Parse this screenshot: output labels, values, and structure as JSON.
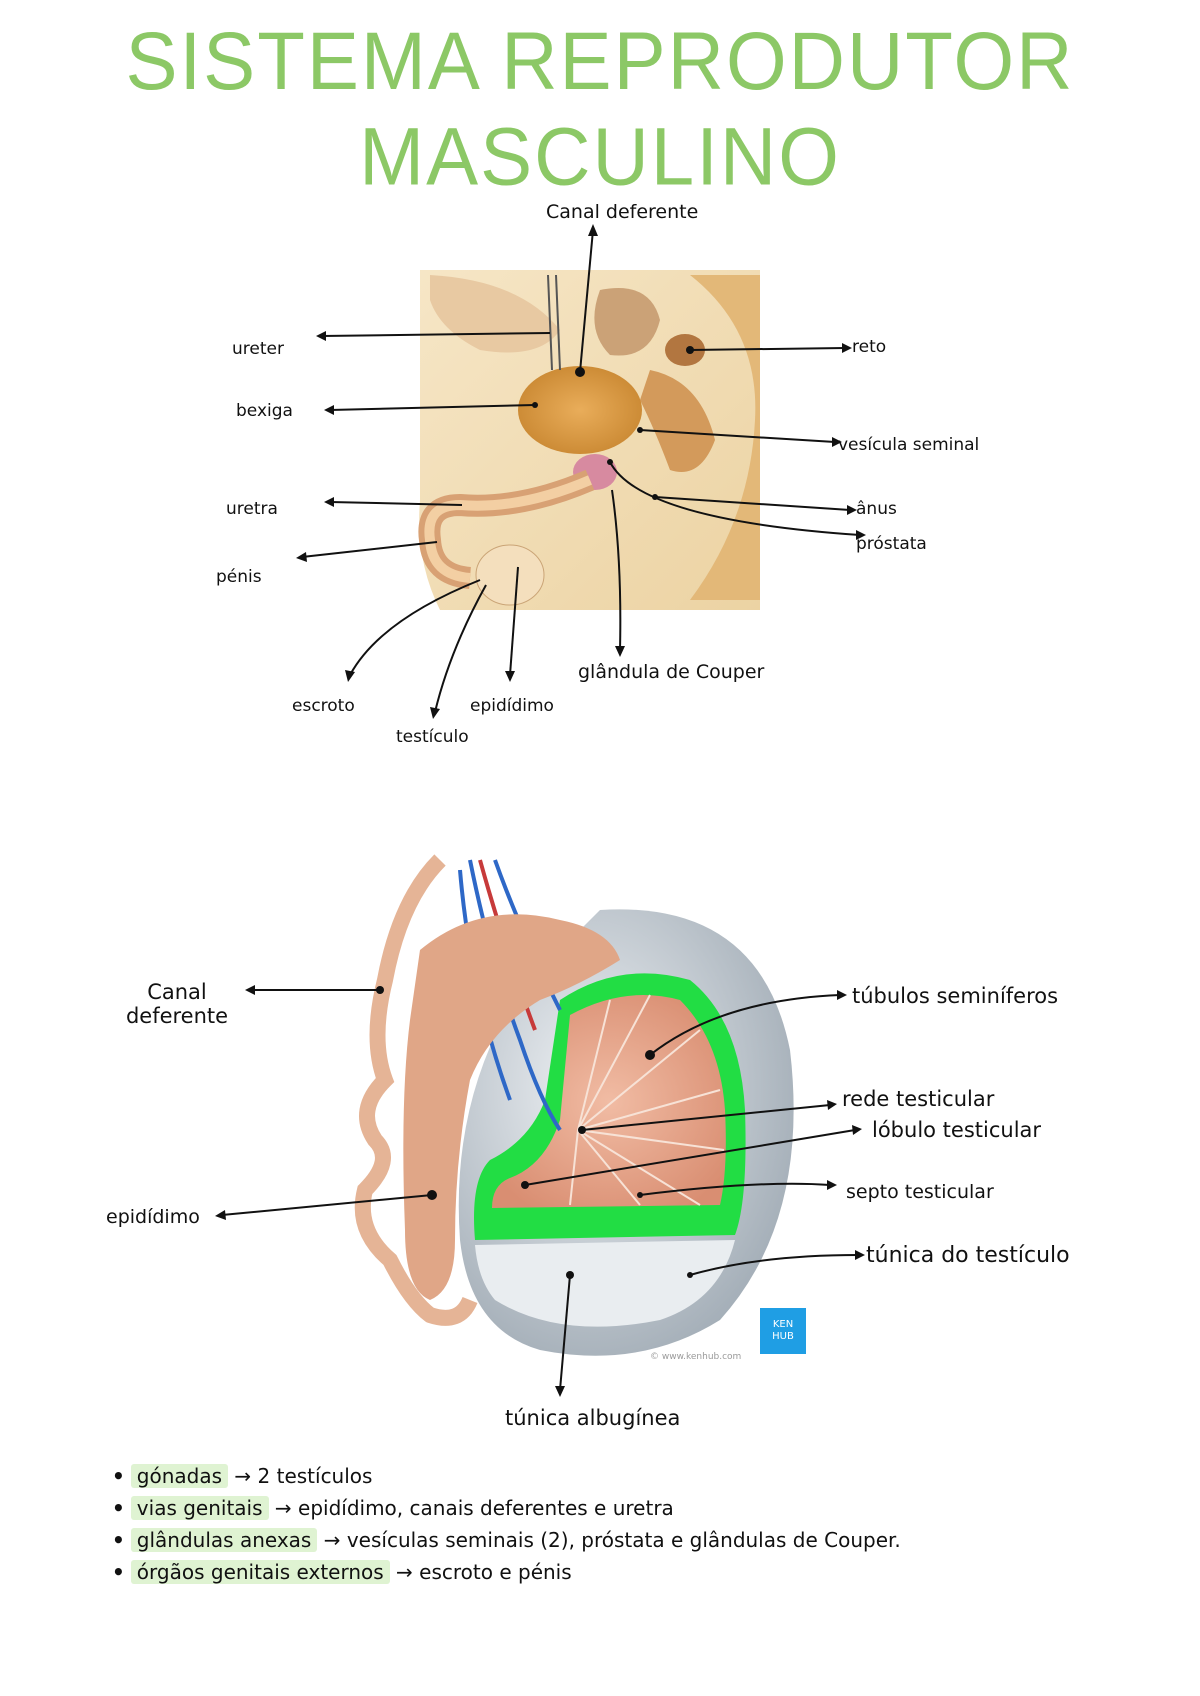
{
  "colors": {
    "title": "#8cc866",
    "highlight": "#dff3d2",
    "anatomy_beige": "#f0d9b0",
    "bladder": "#d99844",
    "tubule_pink": "#e3a487",
    "tunica_green": "#22dd44",
    "kenhub_blue": "#1f9ee4"
  },
  "title": "SISTEMA REPRODUTOR MASCULINO",
  "diagram1": {
    "labels": {
      "canal": "Canal deferente",
      "ureter": "ureter",
      "bexiga": "bexiga",
      "uretra": "uretra",
      "penis": "pénis",
      "reto": "reto",
      "vesicula": "vesícula seminal",
      "anus": "ânus",
      "prostata": "próstata",
      "escroto": "escroto",
      "testiculo": "testículo",
      "epididimo": "epidídimo",
      "couper": "glândula de Couper"
    }
  },
  "diagram2": {
    "labels": {
      "canal": "Canal deferente",
      "epididimo": "epidídimo",
      "tubulos": "túbulos seminíferos",
      "rede": "rede testicular",
      "lobulo": "lóbulo testicular",
      "septo": "septo testicular",
      "tunica_testiculo": "túnica do testículo",
      "tunica_albuginea": "túnica albugínea"
    },
    "logo_top": "KEN",
    "logo_bottom": "HUB",
    "credit": "© www.kenhub.com"
  },
  "notes": [
    {
      "term": "gónadas",
      "arrow": "→",
      "text": "2 testículos"
    },
    {
      "term": "vias genitais",
      "arrow": "→",
      "text": "epidídimo, canais deferentes e uretra"
    },
    {
      "term": "glândulas anexas",
      "arrow": "→",
      "text": "vesículas seminais (2), próstata e glândulas de Couper."
    },
    {
      "term": "órgãos genitais externos",
      "arrow": "→",
      "text": "escroto e pénis"
    }
  ]
}
